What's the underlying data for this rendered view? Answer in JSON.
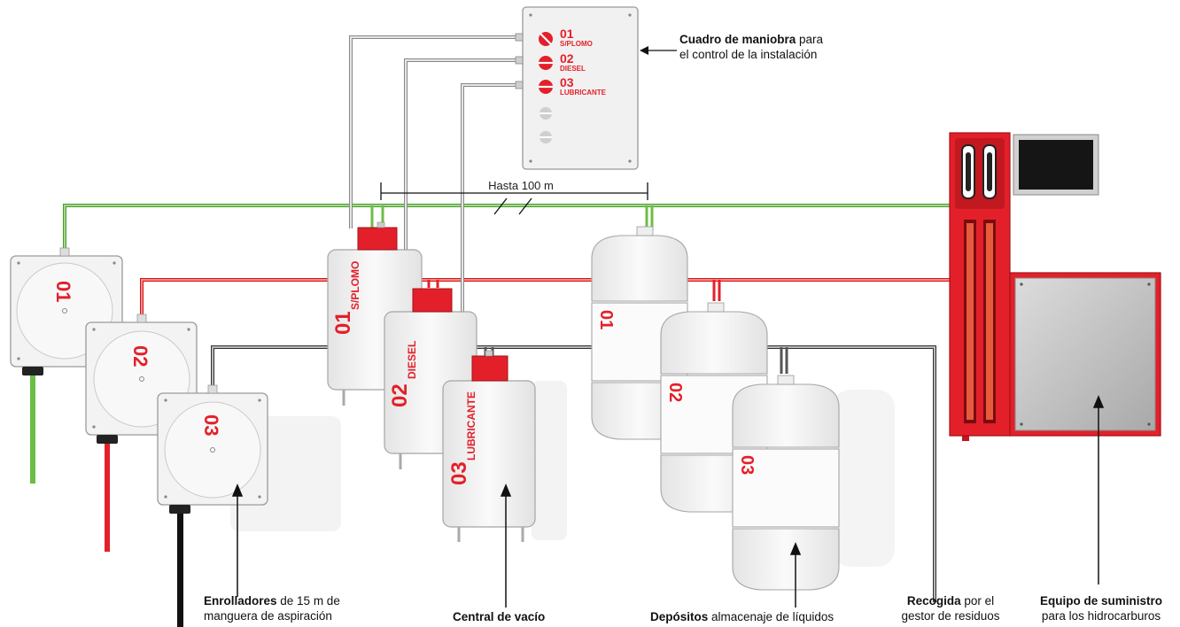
{
  "panel": {
    "rows": [
      {
        "num": "01",
        "name": "S/PLOMO"
      },
      {
        "num": "02",
        "name": "DIESEL"
      },
      {
        "num": "03",
        "name": "LUBRICANTE"
      }
    ]
  },
  "units": [
    {
      "num": "01",
      "name": "S/PLOMO"
    },
    {
      "num": "02",
      "name": "DIESEL"
    },
    {
      "num": "03",
      "name": "LUBRICANTE"
    }
  ],
  "reels": [
    "01",
    "02",
    "03"
  ],
  "tanks": [
    "01",
    "02",
    "03"
  ],
  "distance_label": "Hasta 100 m",
  "labels": {
    "cuadro_bold": "Cuadro de maniobra",
    "cuadro_rest1": " para",
    "cuadro_rest2": "el control de la instalación",
    "enroll_bold": "Enrolladores",
    "enroll_rest1": " de 15 m de",
    "enroll_rest2": "manguera de aspiración",
    "central_bold": "Central de vacío",
    "depositos_bold": "Depósitos",
    "depositos_rest": " almacenaje de líquidos",
    "recogida_bold": "Recogida",
    "recogida_rest1": " por el",
    "recogida_rest2": "gestor de residuos",
    "equipo_bold": "Equipo de suministro",
    "equipo_rest": "para los hidrocarburos"
  },
  "colors": {
    "green": "#6cbd45",
    "red": "#e3202a",
    "black": "#1a1a1a",
    "grey": "#9a9a9a",
    "body": "#f4f4f4"
  }
}
